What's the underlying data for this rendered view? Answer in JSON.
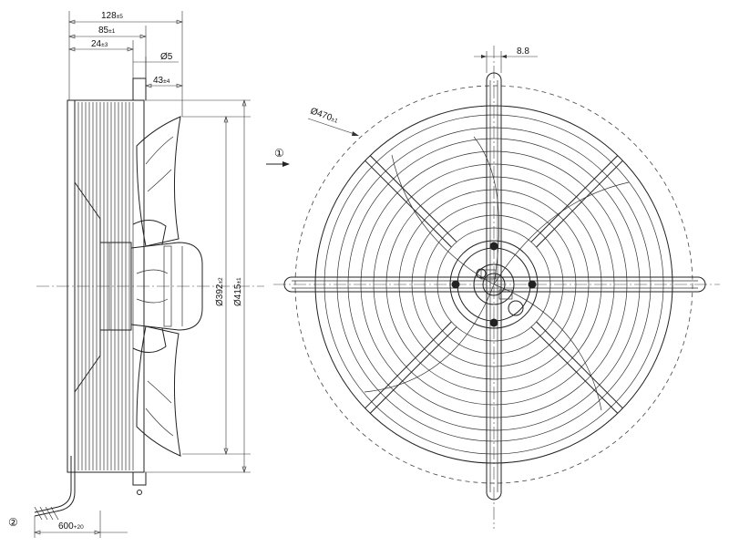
{
  "side_view": {
    "dims": {
      "overall_depth": "128",
      "overall_depth_tol": "±5",
      "frame_depth": "85",
      "frame_depth_tol": "±1",
      "flange_depth": "24",
      "flange_depth_tol": "±3",
      "hole_diameter": "Ø5",
      "impeller_offset": "43",
      "impeller_offset_tol": "±4",
      "inner_diameter": "Ø392",
      "inner_diameter_tol": "±2",
      "outer_diameter": "Ø415",
      "outer_diameter_tol": "±1",
      "cable_length": "600",
      "cable_length_tol": "+20"
    },
    "markers": {
      "airflow": "①",
      "cable": "②"
    }
  },
  "front_view": {
    "dims": {
      "guard_diameter": "Ø470",
      "guard_diameter_tol": "±1",
      "wire_width": "8.8"
    }
  },
  "colors": {
    "line": "#222222",
    "background": "#ffffff"
  }
}
